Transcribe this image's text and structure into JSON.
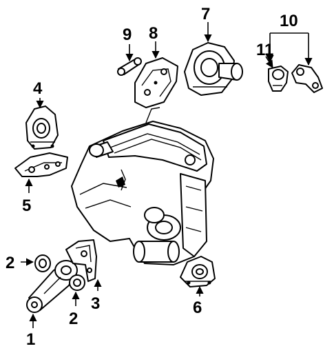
{
  "diagram": {
    "callouts": [
      {
        "id": "c1",
        "label": "1"
      },
      {
        "id": "c2a",
        "label": "2"
      },
      {
        "id": "c2b",
        "label": "2"
      },
      {
        "id": "c3",
        "label": "3"
      },
      {
        "id": "c4",
        "label": "4"
      },
      {
        "id": "c5",
        "label": "5"
      },
      {
        "id": "c6",
        "label": "6"
      },
      {
        "id": "c7",
        "label": "7"
      },
      {
        "id": "c8",
        "label": "8"
      },
      {
        "id": "c9",
        "label": "9"
      },
      {
        "id": "c10",
        "label": "10"
      },
      {
        "id": "c11",
        "label": "11"
      }
    ]
  }
}
